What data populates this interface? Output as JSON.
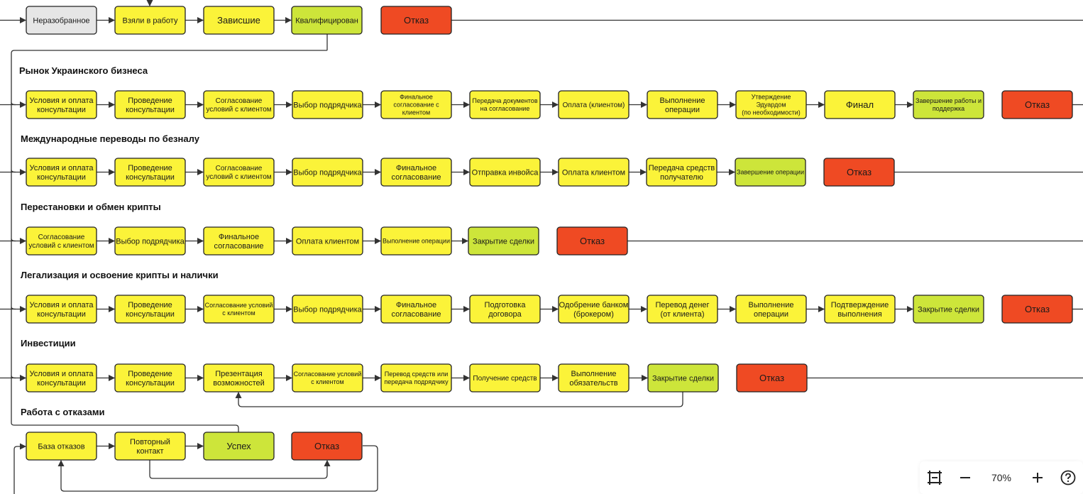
{
  "colors": {
    "grey": "#e6e6e6",
    "yellow": "#fbf339",
    "green": "#cde53a",
    "red": "#ef4a23"
  },
  "sections": {
    "ukraine": "Рынок Украинского бизнеса",
    "intl": "Международные переводы по безналу",
    "crypto": "Перестановки и обмен крипты",
    "legal": "Легализация и освоение крипты и налички",
    "invest": "Инвестиции",
    "refusals": "Работа с отказами"
  },
  "rows": {
    "top": [
      {
        "label": "Неразобранное",
        "color": "grey"
      },
      {
        "label": "Взяли в работу",
        "color": "yellow"
      },
      {
        "label": "Зависшие",
        "color": "yellow"
      },
      {
        "label": "Квалифицирован",
        "color": "green"
      },
      {
        "label": "Отказ",
        "color": "red"
      }
    ],
    "ukraine": [
      {
        "label": "Условия и оплата\nконсультации",
        "color": "yellow"
      },
      {
        "label": "Проведение\nконсультации",
        "color": "yellow"
      },
      {
        "label": "Согласование\nусловий с клиентом",
        "color": "yellow"
      },
      {
        "label": "Выбор подрядчика",
        "color": "yellow"
      },
      {
        "label": "Финальное\nсогласование с\nклиентом",
        "color": "yellow"
      },
      {
        "label": "Передача документов\nна согласование",
        "color": "yellow"
      },
      {
        "label": "Оплата (клиентом)",
        "color": "yellow"
      },
      {
        "label": "Выполнение\nоперации",
        "color": "yellow"
      },
      {
        "label": "Утверждение\nЭдуардом\n(по необходимости)",
        "color": "yellow"
      },
      {
        "label": "Финал",
        "color": "yellow"
      },
      {
        "label": "Завершение работы и\nподдержка",
        "color": "green"
      },
      {
        "label": "Отказ",
        "color": "red"
      }
    ],
    "intl": [
      {
        "label": "Условия и оплата\nконсультации",
        "color": "yellow"
      },
      {
        "label": "Проведение\nконсультации",
        "color": "yellow"
      },
      {
        "label": "Согласование\nусловий с клиентом",
        "color": "yellow"
      },
      {
        "label": "Выбор подрядчика",
        "color": "yellow"
      },
      {
        "label": "Финальное\nсогласование",
        "color": "yellow"
      },
      {
        "label": "Отправка инвойса",
        "color": "yellow"
      },
      {
        "label": "Оплата клиентом",
        "color": "yellow"
      },
      {
        "label": "Передача средств\nполучателю",
        "color": "yellow"
      },
      {
        "label": "Завершение операции",
        "color": "green"
      },
      {
        "label": "Отказ",
        "color": "red"
      }
    ],
    "crypto": [
      {
        "label": "Согласование\nусловий с клиентом",
        "color": "yellow"
      },
      {
        "label": "Выбор подрядчика",
        "color": "yellow"
      },
      {
        "label": "Финальное\nсогласование",
        "color": "yellow"
      },
      {
        "label": "Оплата клиентом",
        "color": "yellow"
      },
      {
        "label": "Выполнение операции",
        "color": "yellow"
      },
      {
        "label": "Закрытие сделки",
        "color": "green"
      },
      {
        "label": "Отказ",
        "color": "red"
      }
    ],
    "legal": [
      {
        "label": "Условия и оплата\nконсультации",
        "color": "yellow"
      },
      {
        "label": "Проведение\nконсультации",
        "color": "yellow"
      },
      {
        "label": "Согласование условий\nс клиентом",
        "color": "yellow"
      },
      {
        "label": "Выбор подрядчика",
        "color": "yellow"
      },
      {
        "label": "Финальное\nсогласование",
        "color": "yellow"
      },
      {
        "label": "Подготовка\nдоговора",
        "color": "yellow"
      },
      {
        "label": "Одобрение банком\n(брокером)",
        "color": "yellow"
      },
      {
        "label": "Перевод денег\n(от клиента)",
        "color": "yellow"
      },
      {
        "label": "Выполнение\nоперации",
        "color": "yellow"
      },
      {
        "label": "Подтверждение\nвыполнения",
        "color": "yellow"
      },
      {
        "label": "Закрытие сделки",
        "color": "green"
      },
      {
        "label": "Отказ",
        "color": "red"
      }
    ],
    "invest": [
      {
        "label": "Условия и оплата\nконсультации",
        "color": "yellow"
      },
      {
        "label": "Проведение\nконсультации",
        "color": "yellow"
      },
      {
        "label": "Презентация\nвозможностей",
        "color": "yellow"
      },
      {
        "label": "Согласование условий\nс клиентом",
        "color": "yellow"
      },
      {
        "label": "Перевод средств или\nпередача подрядчику",
        "color": "yellow"
      },
      {
        "label": "Получение средств",
        "color": "yellow"
      },
      {
        "label": "Выполнение\nобязательств",
        "color": "yellow"
      },
      {
        "label": "Закрытие сделки",
        "color": "green"
      },
      {
        "label": "Отказ",
        "color": "red"
      }
    ],
    "refusals": [
      {
        "label": "База отказов",
        "color": "yellow"
      },
      {
        "label": "Повторный\nконтакт",
        "color": "yellow"
      },
      {
        "label": "Успех",
        "color": "green"
      },
      {
        "label": "Отказ",
        "color": "red"
      }
    ]
  },
  "zoom": {
    "level": "70%",
    "fit_icon": "fit-to-screen-icon",
    "minus_icon": "zoom-out-icon",
    "plus_icon": "zoom-in-icon",
    "help_icon": "help-icon"
  }
}
